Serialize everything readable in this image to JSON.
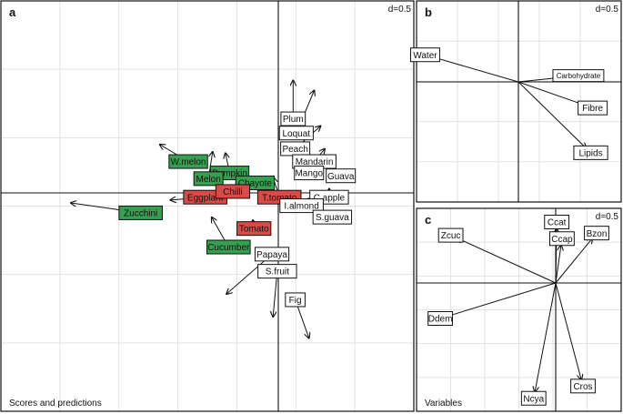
{
  "chart_data": [
    {
      "type": "scatter",
      "panel_letter": "a",
      "scale_label": "d=0.5",
      "caption": "Scores and predictions",
      "grid": true,
      "xlim": [
        -1.95,
        1.95
      ],
      "ylim": [
        -1.5,
        1.38
      ],
      "colors": {
        "green": "#35a04f",
        "red": "#d94b47",
        "white": "#ffffff"
      },
      "points": [
        {
          "name": "W.melon",
          "x": -0.85,
          "y": 0.22,
          "color": "green",
          "ax": -1.12,
          "ay": 0.34
        },
        {
          "name": "Pumpkin",
          "x": -0.46,
          "y": 0.14,
          "color": "green",
          "ax": -0.5,
          "ay": 0.28
        },
        {
          "name": "Melon",
          "x": -0.66,
          "y": 0.1,
          "color": "green",
          "ax": -0.62,
          "ay": 0.29
        },
        {
          "name": "Chayote",
          "x": -0.22,
          "y": 0.07,
          "color": "green",
          "ax": -0.48,
          "ay": 0.15
        },
        {
          "name": "Zucchini",
          "x": -1.3,
          "y": -0.14,
          "color": "green",
          "ax": -1.96,
          "ay": -0.07
        },
        {
          "name": "Cucumber",
          "x": -0.47,
          "y": -0.38,
          "color": "green",
          "ax": -0.63,
          "ay": -0.17
        },
        {
          "name": "Eggplant",
          "x": -0.69,
          "y": -0.03,
          "color": "red",
          "ax": -1.02,
          "ay": -0.05
        },
        {
          "name": "Chilli",
          "x": -0.43,
          "y": 0.01,
          "color": "red",
          "ax": -0.57,
          "ay": 0.01
        },
        {
          "name": "T.tomato",
          "x": 0.01,
          "y": -0.03,
          "color": "red",
          "ax": -0.05,
          "ay": 0.11
        },
        {
          "name": "Tomato",
          "x": -0.23,
          "y": -0.25,
          "color": "red",
          "ax": -0.24,
          "ay": -0.19
        },
        {
          "name": "Plum",
          "x": 0.14,
          "y": 0.52,
          "color": "white",
          "ax": 0.14,
          "ay": 0.79
        },
        {
          "name": "Loquat",
          "x": 0.17,
          "y": 0.42,
          "color": "white",
          "ax": 0.34,
          "ay": 0.72
        },
        {
          "name": "Peach",
          "x": 0.16,
          "y": 0.31,
          "color": "white",
          "ax": 0.4,
          "ay": 0.47
        },
        {
          "name": "Mandarin",
          "x": 0.34,
          "y": 0.22,
          "color": "white",
          "ax": 0.44,
          "ay": 0.31
        },
        {
          "name": "Mango",
          "x": 0.29,
          "y": 0.14,
          "color": "white",
          "ax": 0.49,
          "ay": 0.2
        },
        {
          "name": "Guava",
          "x": 0.59,
          "y": 0.12,
          "color": "white",
          "ax": 0.53,
          "ay": 0.16
        },
        {
          "name": "C.apple",
          "x": 0.48,
          "y": -0.03,
          "color": "white",
          "ax": 0.48,
          "ay": 0.03
        },
        {
          "name": "I.almond",
          "x": 0.22,
          "y": -0.09,
          "color": "white",
          "ax": 0.29,
          "ay": -0.04
        },
        {
          "name": "S.guava",
          "x": 0.51,
          "y": -0.17,
          "color": "white",
          "ax": 0.5,
          "ay": -0.13
        },
        {
          "name": "Papaya",
          "x": -0.06,
          "y": -0.43,
          "color": "white",
          "ax": -0.49,
          "ay": -0.71
        },
        {
          "name": "S.fruit",
          "x": -0.01,
          "y": -0.55,
          "color": "white",
          "ax": -0.05,
          "ay": -0.87
        },
        {
          "name": "Fig",
          "x": 0.16,
          "y": -0.75,
          "color": "white",
          "ax": 0.29,
          "ay": -1.02
        }
      ]
    },
    {
      "type": "biplot",
      "panel_letter": "b",
      "scale_label": "d=0.5",
      "grid": true,
      "xlim": [
        -1.2,
        0.95
      ],
      "ylim": [
        -1.08,
        0.85
      ],
      "vectors": [
        {
          "name": "Water",
          "x": -0.98,
          "y": 0.26,
          "small_text": false
        },
        {
          "name": "Carbohydrate",
          "x": 0.63,
          "y": 0.06,
          "small_text": true
        },
        {
          "name": "Fibre",
          "x": 0.78,
          "y": -0.25,
          "small_text": false
        },
        {
          "name": "Lipids",
          "x": 0.76,
          "y": -0.68,
          "small_text": false
        }
      ]
    },
    {
      "type": "biplot",
      "panel_letter": "c",
      "scale_label": "d=0.5",
      "caption": "Variables",
      "grid": true,
      "xlim": [
        -1.29,
        0.66
      ],
      "ylim": [
        -1.14,
        0.69
      ],
      "vectors": [
        {
          "name": "Zcuc",
          "x": -1.0,
          "y": 0.43,
          "small_text": false
        },
        {
          "name": "Ccat",
          "x": 0.01,
          "y": 0.55,
          "small_text": false
        },
        {
          "name": "Ccap",
          "x": 0.06,
          "y": 0.4,
          "small_text": false
        },
        {
          "name": "Bzon",
          "x": 0.39,
          "y": 0.45,
          "small_text": false
        },
        {
          "name": "Ddem",
          "x": -1.1,
          "y": -0.32,
          "small_text": false
        },
        {
          "name": "Ncya",
          "x": -0.21,
          "y": -1.04,
          "small_text": false
        },
        {
          "name": "Cros",
          "x": 0.26,
          "y": -0.93,
          "small_text": false
        }
      ]
    }
  ]
}
